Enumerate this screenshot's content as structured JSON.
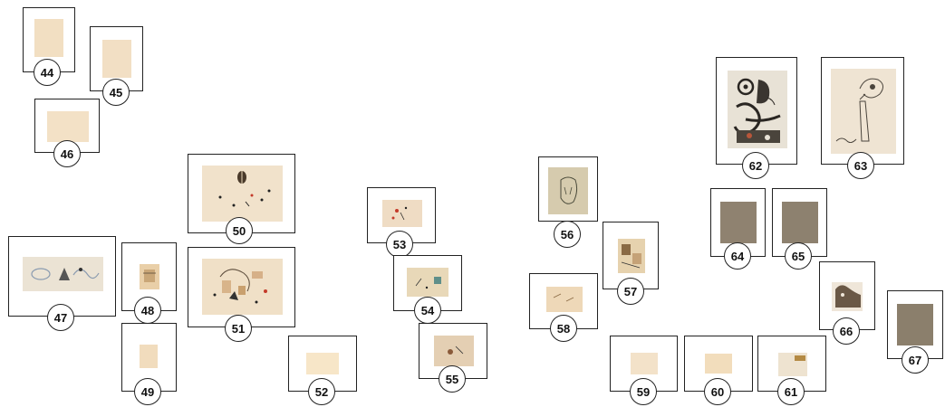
{
  "artworks": [
    {
      "number": "44",
      "paper_color": "#f2dfc2"
    },
    {
      "number": "45",
      "paper_color": "#f2dfc4"
    },
    {
      "number": "46",
      "paper_color": "#f3e1c6"
    },
    {
      "number": "47",
      "paper_color": "#ebe3d4"
    },
    {
      "number": "48",
      "paper_color": "#e9cfa8"
    },
    {
      "number": "49",
      "paper_color": "#f1dcbd"
    },
    {
      "number": "50",
      "paper_color": "#f1e2cb"
    },
    {
      "number": "51",
      "paper_color": "#f0e0c7"
    },
    {
      "number": "52",
      "paper_color": "#f7e6c8"
    },
    {
      "number": "53",
      "paper_color": "#efdcc4"
    },
    {
      "number": "54",
      "paper_color": "#e8d8b8"
    },
    {
      "number": "55",
      "paper_color": "#e4cfb3"
    },
    {
      "number": "56",
      "paper_color": "#d6cbae"
    },
    {
      "number": "57",
      "paper_color": "#e6d2ae"
    },
    {
      "number": "58",
      "paper_color": "#eed8b8"
    },
    {
      "number": "59",
      "paper_color": "#f3e2c9"
    },
    {
      "number": "60",
      "paper_color": "#f2ddbc"
    },
    {
      "number": "61",
      "paper_color": "#eee3d0"
    },
    {
      "number": "62",
      "paper_color": "#e8e2d6"
    },
    {
      "number": "63",
      "paper_color": "#efe4d3"
    },
    {
      "number": "64",
      "paper_color": "#8f8270"
    },
    {
      "number": "65",
      "paper_color": "#8d816f"
    },
    {
      "number": "66",
      "paper_color": "#efe6d9"
    },
    {
      "number": "67",
      "paper_color": "#8b7f6c"
    }
  ]
}
